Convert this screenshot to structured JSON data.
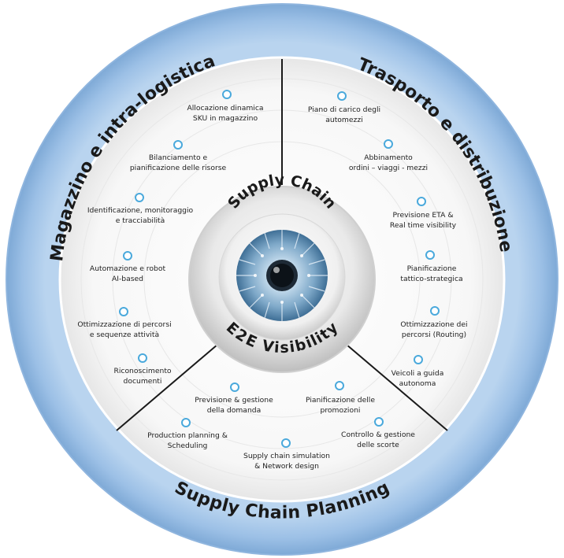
{
  "outer_labels": {
    "left": "Magazzino e intra-logistica",
    "right": "Trasporto e distribuzione",
    "bottom": "Supply Chain Planning"
  },
  "center": {
    "top": "Supply Chain",
    "bottom": "E2E Visibility"
  },
  "items": {
    "left": [
      {
        "lines": [
          "Allocazione dinamica",
          "SKU in magazzino"
        ]
      },
      {
        "lines": [
          "Bilanciamento e",
          "pianificazione delle risorse"
        ]
      },
      {
        "lines": [
          "Identificazione, monitoraggio",
          "e tracciabilità"
        ]
      },
      {
        "lines": [
          "Automazione e robot",
          "AI-based"
        ]
      },
      {
        "lines": [
          "Ottimizzazione di percorsi",
          "e sequenze attività"
        ]
      },
      {
        "lines": [
          "Riconoscimento",
          "documenti"
        ]
      }
    ],
    "right": [
      {
        "lines": [
          "Piano di carico degli",
          "automezzi"
        ]
      },
      {
        "lines": [
          "Abbinamento",
          "ordini – viaggi - mezzi"
        ]
      },
      {
        "lines": [
          "Previsione ETA &",
          "Real time visibility"
        ]
      },
      {
        "lines": [
          "Pianificazione",
          "tattico-strategica"
        ]
      },
      {
        "lines": [
          "Ottimizzazione dei",
          "percorsi (Routing)"
        ]
      },
      {
        "lines": [
          "Veicoli a guida",
          "autonoma"
        ]
      }
    ],
    "bottom": [
      {
        "lines": [
          "Previsione & gestione",
          "della domanda"
        ]
      },
      {
        "lines": [
          "Pianificazione delle",
          "promozioni"
        ]
      },
      {
        "lines": [
          "Production planning &",
          "Scheduling"
        ]
      },
      {
        "lines": [
          "Controllo & gestione",
          "delle scorte"
        ]
      },
      {
        "lines": [
          "Supply chain simulation",
          "& Network design"
        ]
      }
    ]
  },
  "colors": {
    "outer_ring": "#9dc1e6",
    "outer_ring_dark": "#7ea9d6",
    "inner_disc": "#f2f2f2",
    "divider": "#1a1a1a",
    "marker": "#4aa9dc",
    "iris": "#7fa9c9"
  },
  "icons": {
    "center": "eye-icon",
    "marker": "circle-marker-icon"
  }
}
